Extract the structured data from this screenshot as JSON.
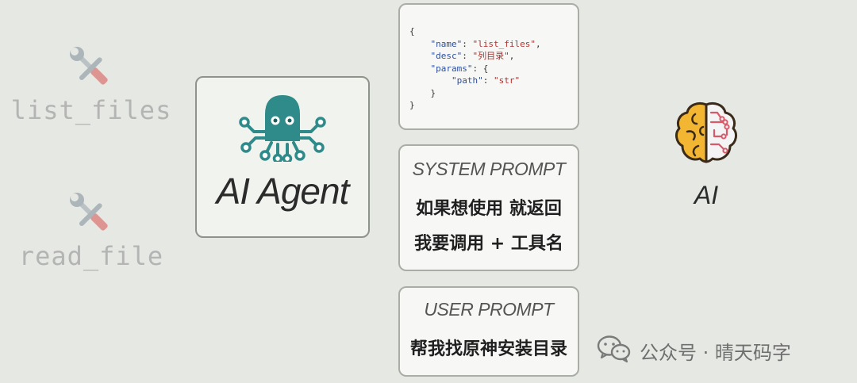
{
  "tools": [
    {
      "name": "list_files",
      "icon": "tools-icon"
    },
    {
      "name": "read_file",
      "icon": "tools-icon"
    }
  ],
  "agent": {
    "title": "AI Agent",
    "icon": "robot-octopus-icon",
    "accent": "#2e8b8a"
  },
  "tool_schema": {
    "lines": [
      {
        "indent": 0,
        "parts": [
          {
            "t": "p",
            "v": "{"
          }
        ]
      },
      {
        "indent": 1,
        "parts": [
          {
            "t": "k",
            "v": "\"name\""
          },
          {
            "t": "p",
            "v": ": "
          },
          {
            "t": "s",
            "v": "\"list_files\""
          },
          {
            "t": "p",
            "v": ","
          }
        ]
      },
      {
        "indent": 1,
        "parts": [
          {
            "t": "k",
            "v": "\"desc\""
          },
          {
            "t": "p",
            "v": ": "
          },
          {
            "t": "s",
            "v": "\"列目录\""
          },
          {
            "t": "p",
            "v": ","
          }
        ]
      },
      {
        "indent": 1,
        "parts": [
          {
            "t": "k",
            "v": "\"params\""
          },
          {
            "t": "p",
            "v": ": {"
          }
        ]
      },
      {
        "indent": 2,
        "parts": [
          {
            "t": "k",
            "v": "\"path\""
          },
          {
            "t": "p",
            "v": ": "
          },
          {
            "t": "s",
            "v": "\"str\""
          }
        ]
      },
      {
        "indent": 1,
        "parts": [
          {
            "t": "p",
            "v": "}"
          }
        ]
      },
      {
        "indent": 0,
        "parts": [
          {
            "t": "p",
            "v": "}"
          }
        ]
      }
    ],
    "key_color": "#2e4f9c",
    "string_color": "#b2302f"
  },
  "system_prompt": {
    "heading": "SYSTEM PROMPT",
    "lines": [
      "如果想使用 就返回",
      "我要调用 + 工具名"
    ]
  },
  "user_prompt": {
    "heading": "USER PROMPT",
    "lines": [
      "帮我找原神安装目录"
    ]
  },
  "ai": {
    "label": "AI",
    "icon": "brain-circuit-icon"
  },
  "watermark": {
    "text": "公众号 · 晴天码字",
    "icon": "wechat-icon"
  }
}
